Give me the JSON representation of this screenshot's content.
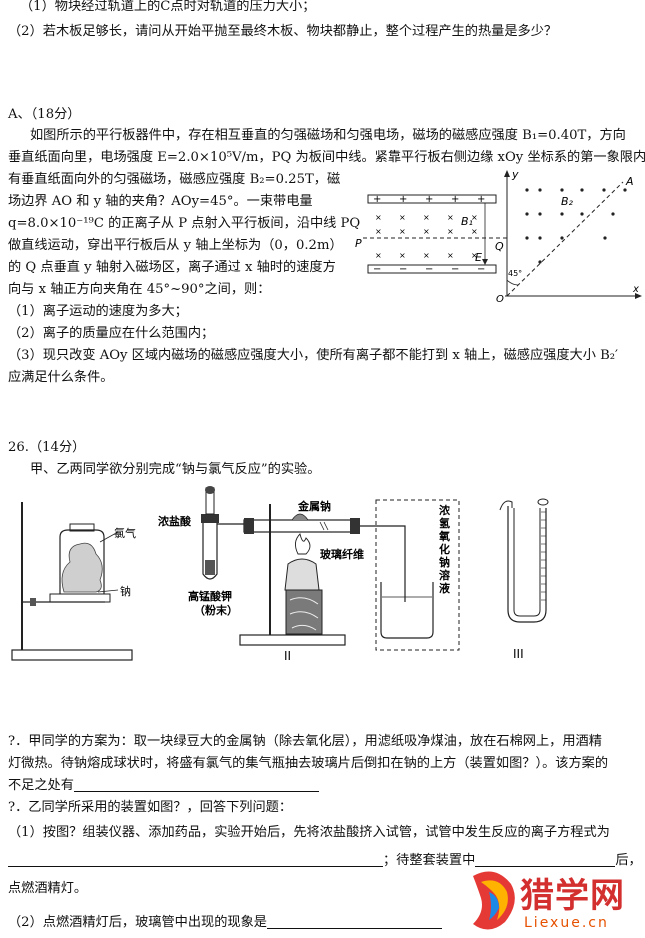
{
  "top": {
    "q1": "（1）物块经过轨道上的C点时对轨道的压力大小；",
    "q2": "（2）若木板足够长，请问从开始平抛至最终木板、物块都静止，整个过程产生的热量是多少？"
  },
  "sectionA": {
    "header": "A、（18分）",
    "lines": [
      "如图所示的平行板器件中，存在相互垂直的匀强磁场和匀强电场，磁场的磁感应强度 B₁=0.40T，方向",
      "垂直纸面向里，电场强度 E=2.0×10⁵V/m，PQ 为板间中线。紧靠平行板右侧边缘 xOy 坐标系的第一象限内，",
      "有垂直纸面向外的匀强磁场，磁感应强度 B₂=0.25T，磁",
      "场边界 AO 和 y 轴的夹角？AOy=45°。一束带电量",
      "q=8.0×10⁻¹⁹C 的正离子从 P 点射入平行板间，沿中线 PQ",
      "做直线运动，穿出平行板后从 y 轴上坐标为（0，0.2m）",
      "的 Q 点垂直 y 轴射入磁场区，离子通过 x 轴时的速度方",
      "向与 x 轴正方向夹角在 45°~90°之间，则："
    ],
    "q1": "（1）离子运动的速度为多大；",
    "q2": "（2）离子的质量应在什么范围内；",
    "q3a": "（3）现只改变 AOy 区域内磁场的磁感应强度大小，使所有离子都不能打到 x 轴上，磁感应强度大小 B₂′",
    "q3b": "应满足什么条件。",
    "figure": {
      "y": "y",
      "x": "x",
      "o": "O",
      "a": "A",
      "b2": "B₂",
      "b1": "B₁",
      "e": "E",
      "p": "P",
      "q": "Q",
      "angle": "45°",
      "plus": "+",
      "minus": "−",
      "cross": "×"
    }
  },
  "section26": {
    "header": "26.（14分）",
    "intro": "甲、乙两同学欲分别完成“钠与氯气反应”的实验。",
    "figure": {
      "chlorine": "氯气",
      "sodium": "钠",
      "hcl": "浓盐酸",
      "kmno4": "高锰酸钾",
      "powder": "（粉末）",
      "metal_na": "金属钠",
      "glass_fiber": "玻璃纤维",
      "naoh": "浓氢氧化钠溶液",
      "label2": "II",
      "label3": "III"
    },
    "p1a": "?．甲同学的方案为：取一块绿豆大的金属钠（除去氧化层），用滤纸吸净煤油，放在石棉网上，用酒精",
    "p1b": "灯微热。待钠熔成球状时，将盛有氯气的集气瓶抽去玻璃片后倒扣在钠的上方（装置如图？）。该方案的",
    "p1c": "不足之处有",
    "p2": "?．乙同学所采用的装置如图？，回答下列问题：",
    "p3a": "（1）按图？组装仪器、添加药品，实验开始后，先将浓盐酸挤入试管，试管中发生反应的离子方程式为",
    "p3b": "；待整套装置中",
    "p3c": "后，",
    "p4": "点燃酒精灯。",
    "p5": "（2）点燃酒精灯后，玻璃管中出现的现象是"
  },
  "logo": {
    "text": "猎学网",
    "url": "Liexue.cn"
  }
}
